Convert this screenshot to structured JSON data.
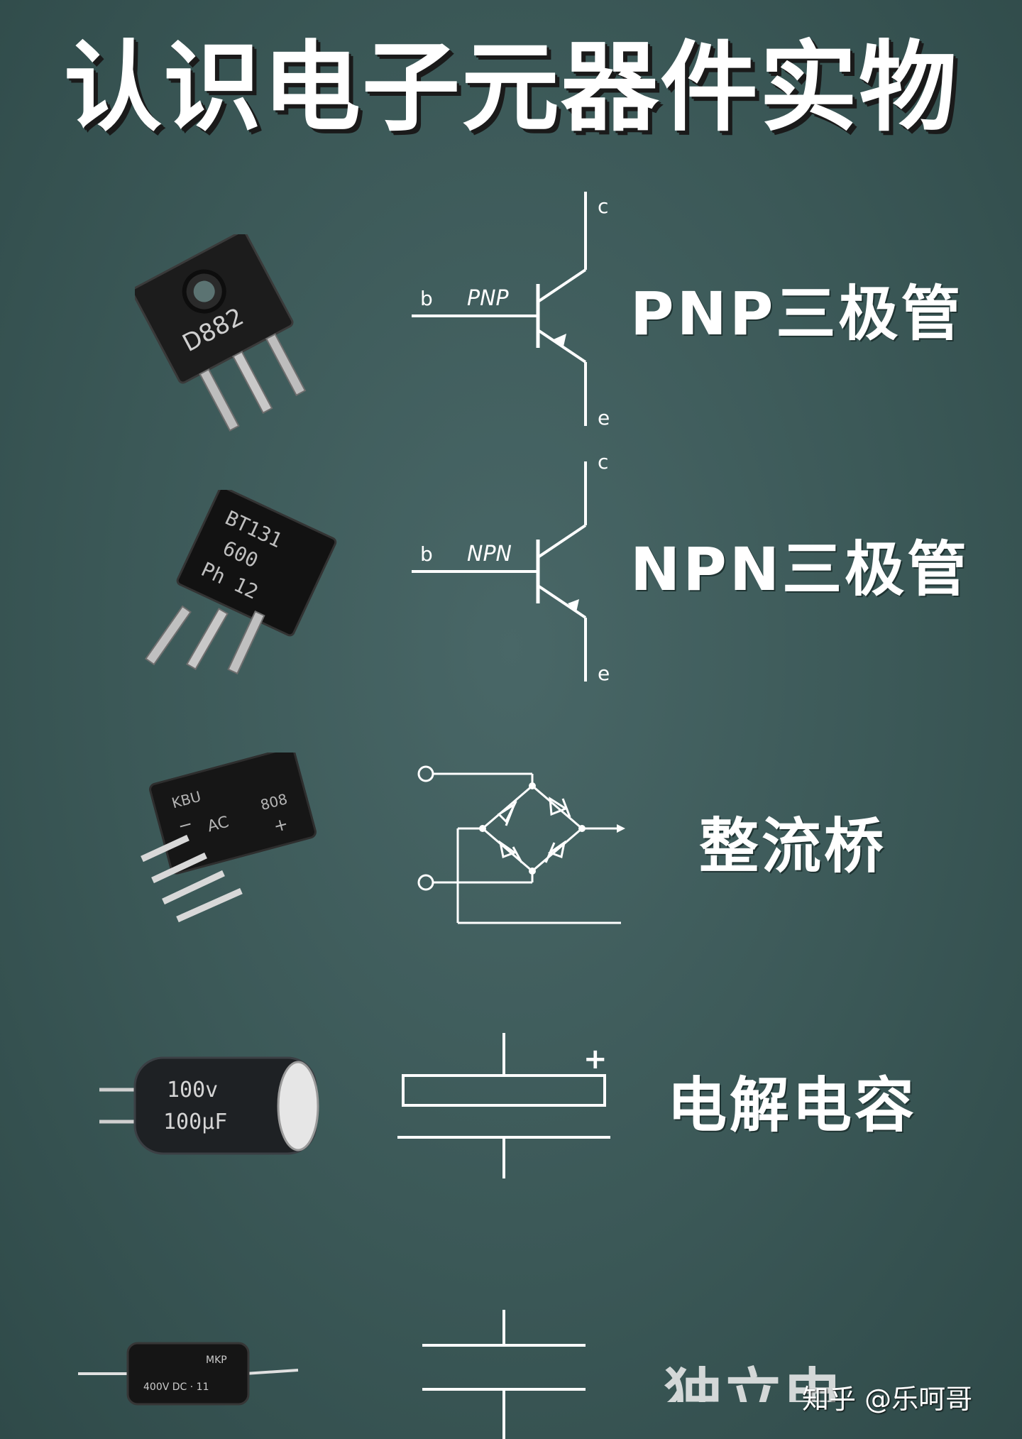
{
  "title": "认识电子元器件实物",
  "components": [
    {
      "name": "PNP三极管",
      "photo_marking": "D882",
      "symbol": {
        "base": "b",
        "type": "PNP",
        "collector": "c",
        "emitter": "e"
      }
    },
    {
      "name": "NPN三极管",
      "photo_marking": [
        "BT131",
        "600",
        "Ph  12"
      ],
      "symbol": {
        "base": "b",
        "type": "NPN",
        "collector": "c",
        "emitter": "e"
      }
    },
    {
      "name": "整流桥",
      "photo_marking": [
        "KBU",
        "AC",
        "808",
        "−",
        "+"
      ]
    },
    {
      "name": "电解电容",
      "photo_marking": [
        "100v",
        "100μF"
      ],
      "symbol": {
        "polarity": "+"
      }
    },
    {
      "name": "",
      "photo_marking": [
        "MKP",
        "400V DC · 11"
      ]
    }
  ],
  "partial_label": "独立电",
  "watermark": "知乎 @乐呵哥"
}
